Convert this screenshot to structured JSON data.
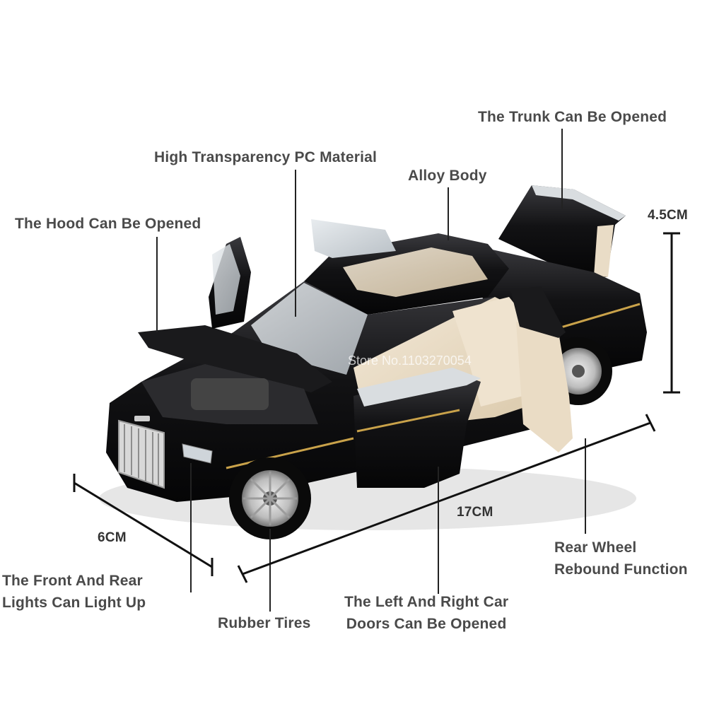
{
  "labels": {
    "trunk": "The Trunk Can Be Opened",
    "pc_material": "High Transparency PC Material",
    "alloy_body": "Alloy Body",
    "hood": "The Hood Can Be Opened",
    "lights_line1": "The Front And Rear",
    "lights_line2": "Lights Can Light Up",
    "rubber_tires": "Rubber Tires",
    "doors_line1": "The Left And Right Car",
    "doors_line2": "Doors Can Be Opened",
    "rebound_line1": "Rear Wheel",
    "rebound_line2": "Rebound Function"
  },
  "dimensions": {
    "height": "4.5CM",
    "length": "17CM",
    "width": "6CM"
  },
  "watermark": "Store No.1103270054",
  "colors": {
    "background": "#ffffff",
    "label_text": "#4a4a4a",
    "car_body": "#0e0e10",
    "interior": "#e9dcc6",
    "pinstripe": "#c9a24a"
  }
}
